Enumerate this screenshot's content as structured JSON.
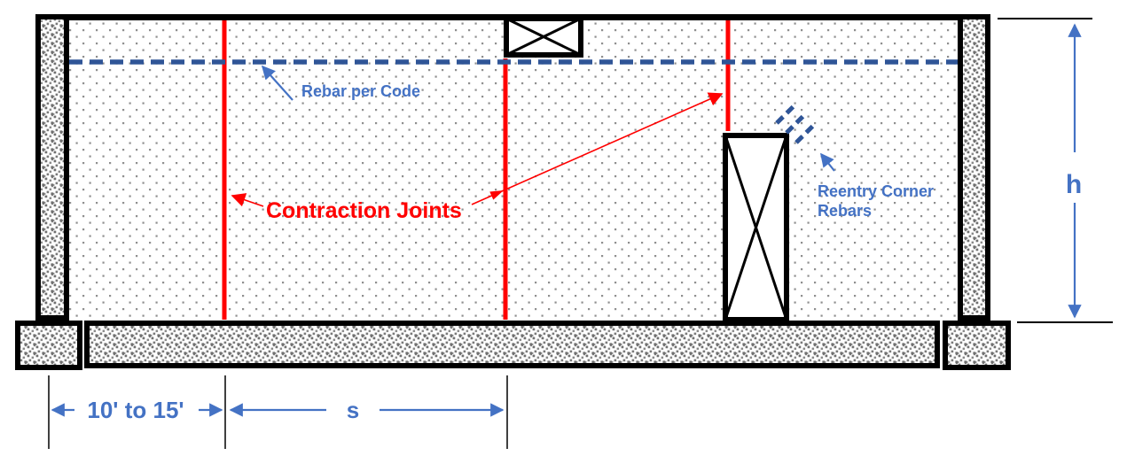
{
  "diagram": {
    "callouts": {
      "rebar_per_code": "Rebar per Code",
      "contraction_joints": "Contraction Joints",
      "reentry_corner_rebars": {
        "line1": "Reentry Corner",
        "line2": "Rebars"
      }
    },
    "dimensions": {
      "end_distance": "10' to 15'",
      "joint_spacing": "s",
      "wall_height": "h"
    },
    "counts": {
      "contraction_joints_shown": 3,
      "openings_shown": 2
    },
    "colors": {
      "annotation_blue": "#4472C4",
      "rebar_dash_blue": "#2F5597",
      "joint_red": "#FF0000",
      "outline_black": "#000000",
      "background": "#FFFFFF"
    }
  }
}
